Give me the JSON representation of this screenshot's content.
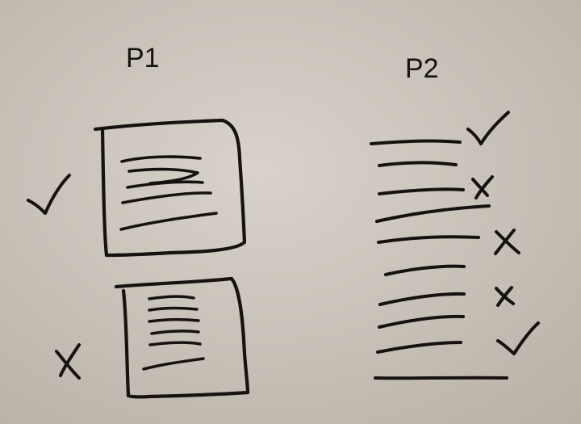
{
  "colors": {
    "paper": "#d8d2ca",
    "paper_shadow": "#b9b1a7",
    "ink": "#16120f"
  },
  "panels": [
    {
      "title": "P1",
      "items": [
        {
          "kind": "card",
          "mark": "check-icon"
        },
        {
          "kind": "card",
          "mark": "x-icon"
        }
      ]
    },
    {
      "title": "P2",
      "items": [
        {
          "kind": "list-row",
          "mark": "check-icon"
        },
        {
          "kind": "list-row",
          "mark": "x-icon"
        },
        {
          "kind": "list-row",
          "mark": "none"
        },
        {
          "kind": "list-row",
          "mark": "x-icon"
        },
        {
          "kind": "list-row",
          "mark": "none"
        },
        {
          "kind": "list-row",
          "mark": "x-icon"
        },
        {
          "kind": "list-row",
          "mark": "none"
        },
        {
          "kind": "list-row",
          "mark": "check-icon"
        }
      ]
    }
  ]
}
